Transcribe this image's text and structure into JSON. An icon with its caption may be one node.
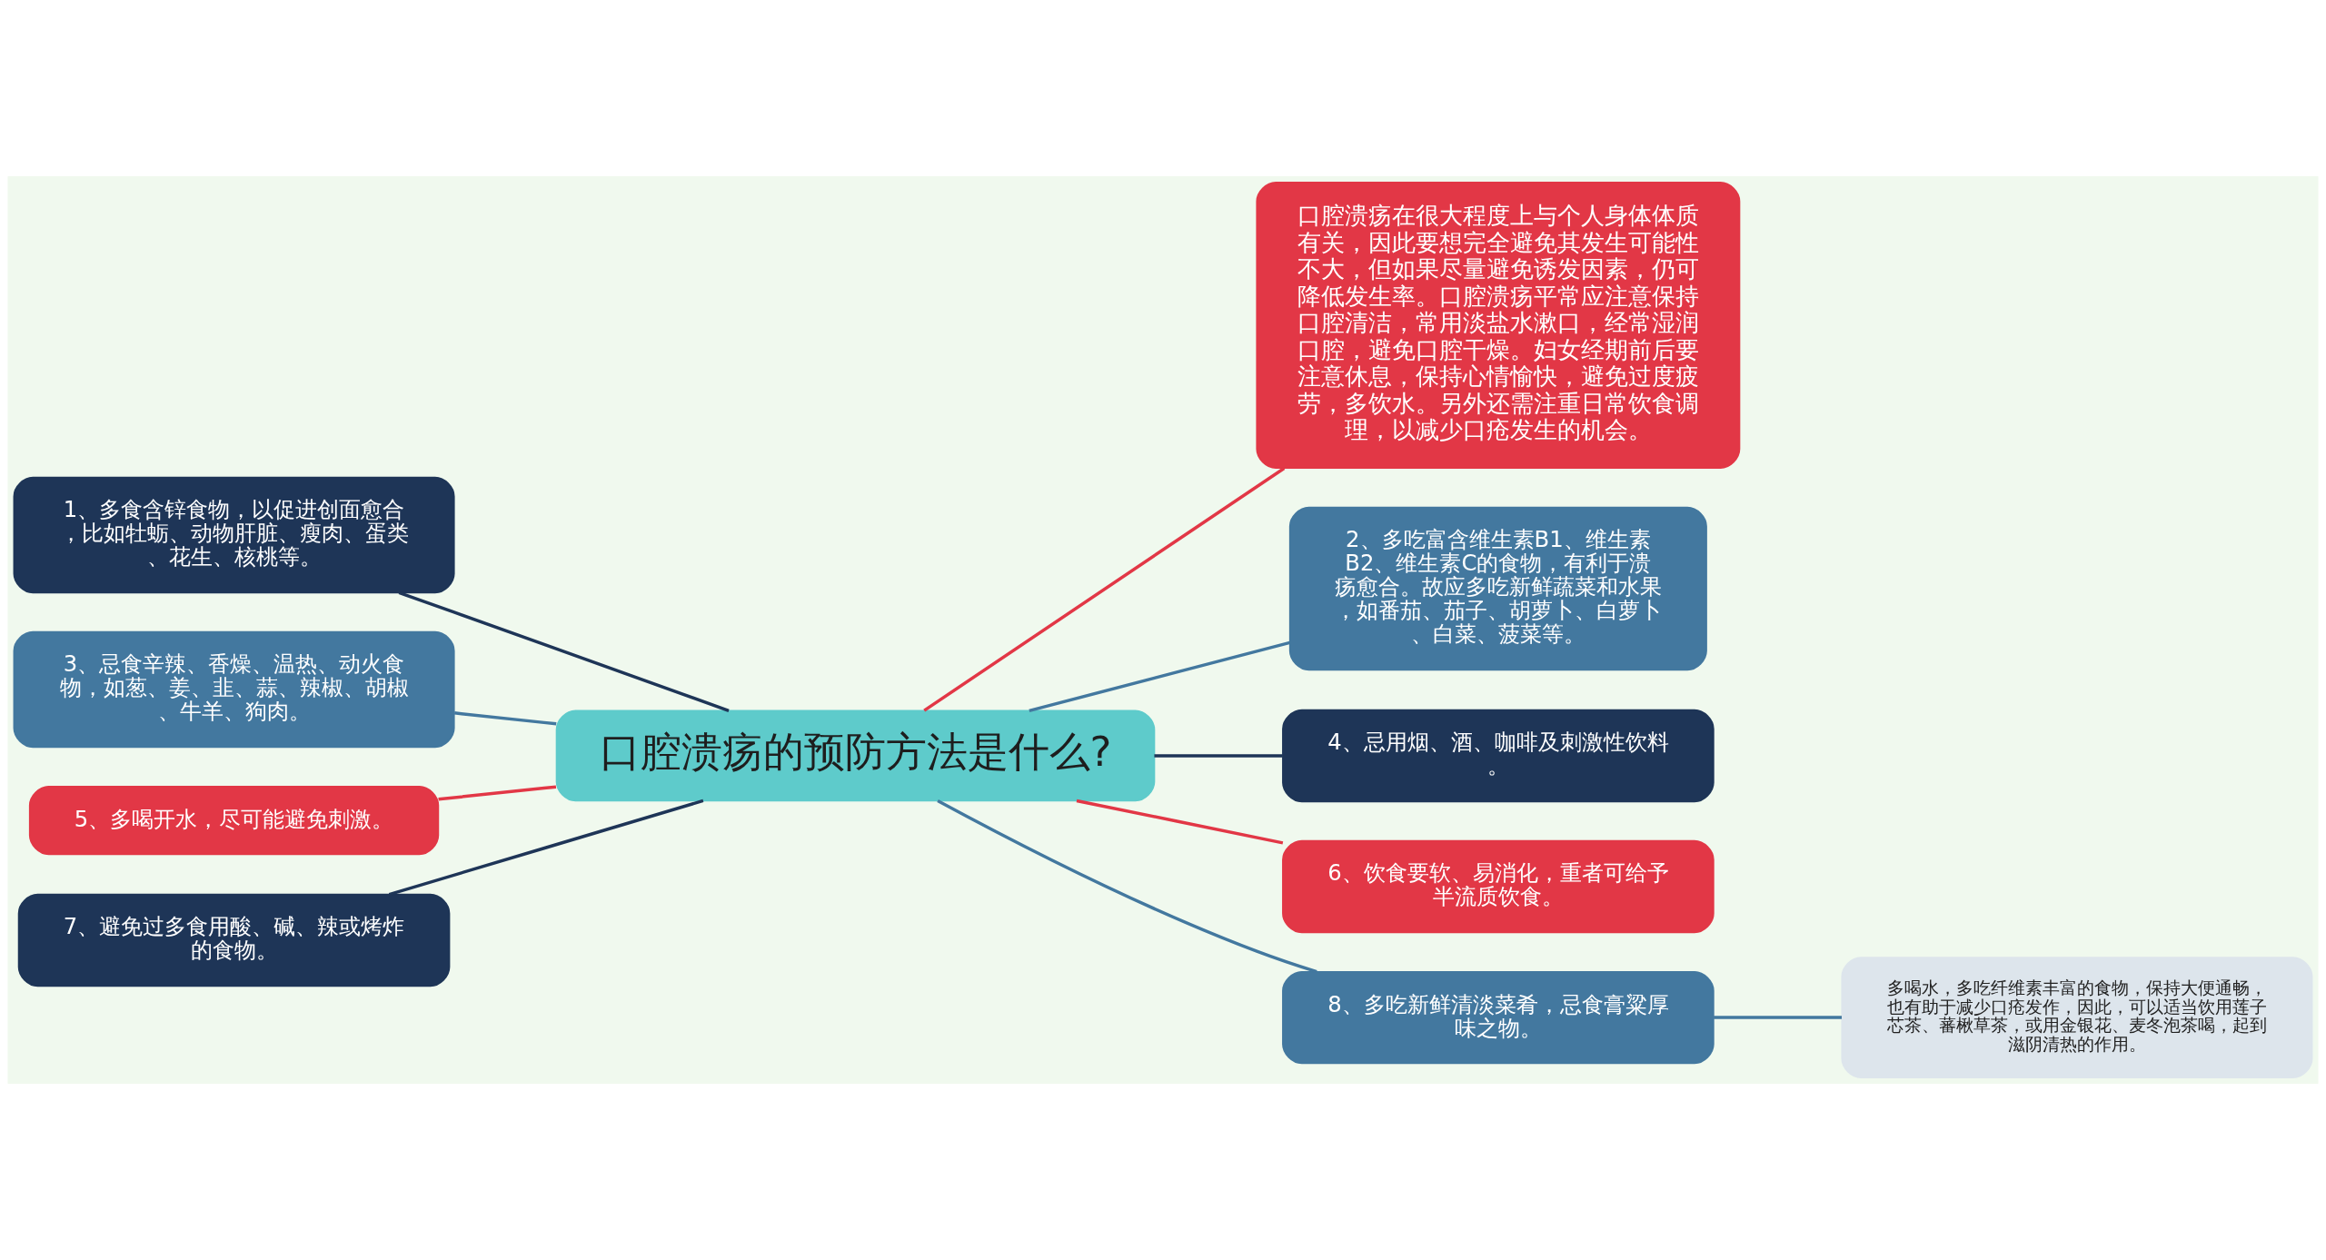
{
  "diagram": {
    "nodes": [
      {
        "text": [
          "口腔溃疡的预防方法是什么?"
        ]
      },
      {
        "text": [
          "口腔溃疡在很大程度上与个人身体体质有关，因此要想完全避免其发生可能性不大，但如果尽量避免诱发因素，仍可降低发生率。口腔溃疡平常应注意保持口腔清洁，常用淡盐水漱口，经常湿润口腔，避免口腔干燥。妇女经期前后要注意休息，保持心情愉快，避免过度疲劳，多饮水。另外还需注重日常饮食调理，以减少口疮发生的机会。"
        ]
      },
      {
        "text": [
          "1、多食含锌食物，以促进创面愈合，比如牡蛎、动物肝脏、瘦肉、蛋类、花生、核桃等。"
        ]
      },
      {
        "text": [
          "2、多吃富含维生素B1、维生素B2、维生素C的食物，有利于溃疡愈合。故应多吃新鲜蔬菜和水果，如番茄、茄子、胡萝卜、白萝卜、白菜、菠菜等。"
        ]
      },
      {
        "text": [
          "3、忌食辛辣、香燥、温热、动火食物，如葱、姜、韭、蒜、辣椒、胡椒、牛羊、狗肉。"
        ]
      },
      {
        "text": [
          "4、忌用烟、酒、咖啡及刺激性饮料。"
        ]
      },
      {
        "text": [
          "5、多喝开水，尽可能避免刺激。"
        ]
      },
      {
        "text": [
          "6、饮食要软、易消化，重者可给予半流质饮食。"
        ]
      },
      {
        "text": [
          "7、避免过多食用酸、碱、辣或烤炸的食物。"
        ]
      },
      {
        "text": [
          "8、多吃新鲜清淡菜肴，忌食膏粱厚味之物。"
        ]
      },
      {
        "text": [
          "多喝水，多吃纤维素丰富的食物，保持大便通畅，也有助于减少口疮发作，因此，可以适当饮用莲子芯茶、蕃楸草茶，或用金银花、麦冬泡茶喝，起到滋阴清热的作用。"
        ]
      }
    ],
    "edges": [
      {
        "from": 0,
        "to": 1,
        "arrow": "none",
        "color": "#e23746"
      },
      {
        "from": 0,
        "to": 2,
        "arrow": "none",
        "color": "#1e3557"
      },
      {
        "from": 0,
        "to": 3,
        "arrow": "none"
      },
      {
        "from": 0,
        "to": 4,
        "arrow": "none"
      },
      {
        "from": 0,
        "to": 5,
        "arrow": "none",
        "color": "#1e3557"
      },
      {
        "from": 0,
        "to": 6,
        "arrow": "none",
        "color": "#e23746"
      },
      {
        "from": 0,
        "to": 7,
        "arrow": "none",
        "color": "#e23746"
      },
      {
        "from": 0,
        "to": 8,
        "arrow": "none",
        "color": "#1e3557"
      },
      {
        "from": 0,
        "to": 9,
        "arrow": "none"
      },
      {
        "from": 9,
        "to": 10,
        "arrow": "none"
      }
    ]
  }
}
